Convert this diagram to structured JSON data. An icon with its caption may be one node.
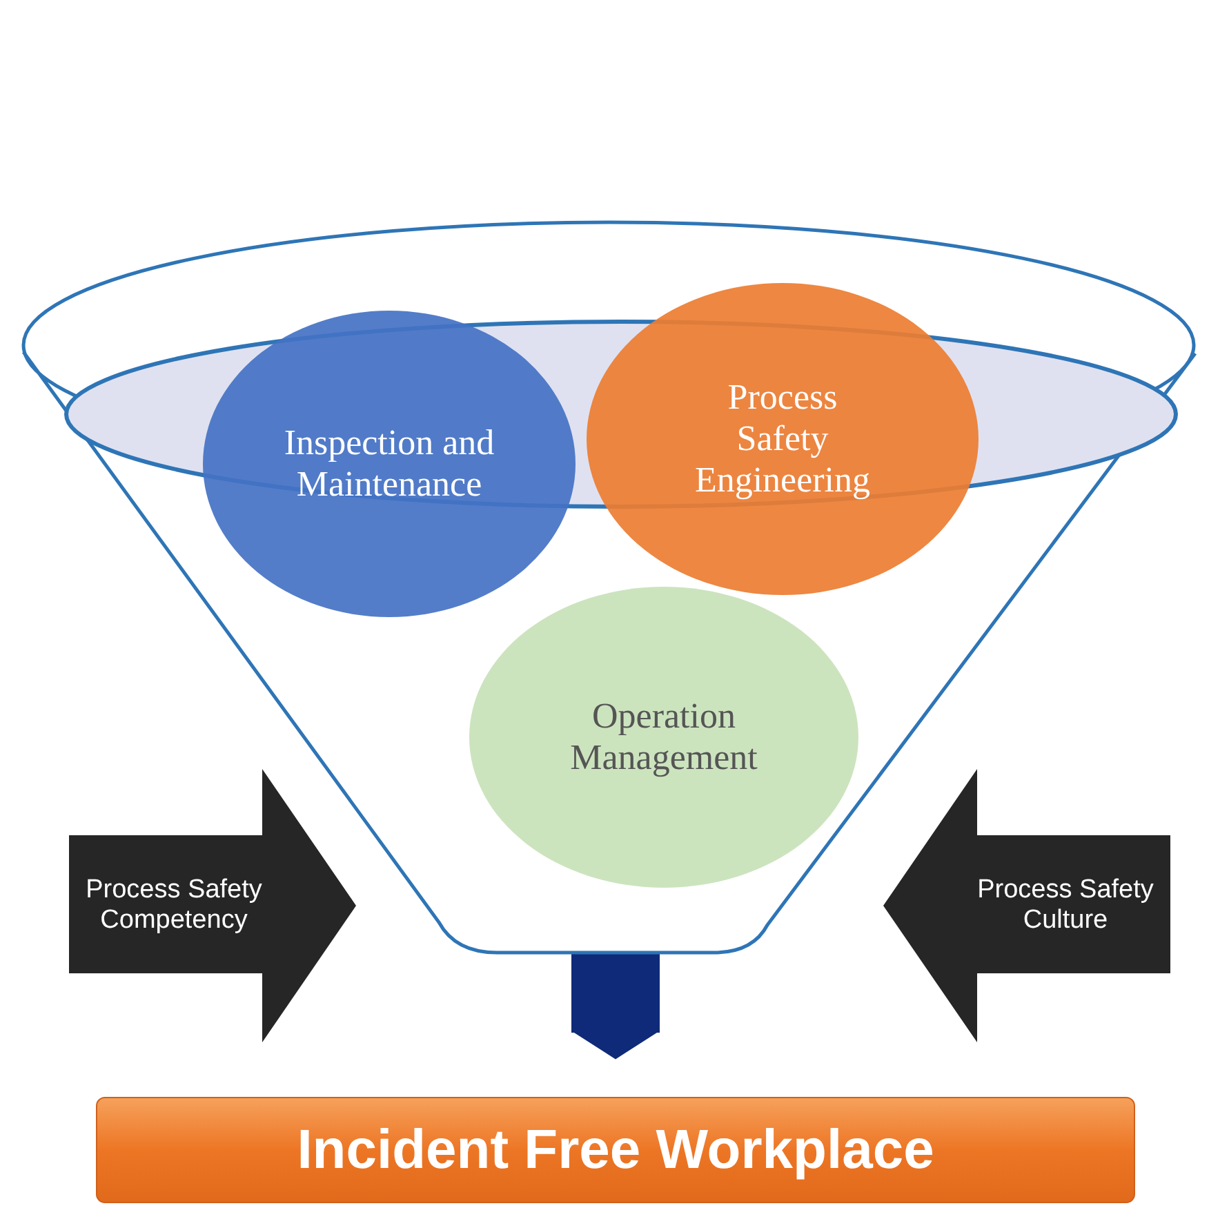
{
  "diagram": {
    "nodes": [
      {
        "text": [],
        "shape": "funnel"
      },
      {
        "text": [
          "Inspection and Maintenance"
        ],
        "in": 0
      },
      {
        "text": [
          "Process Safety Engineering"
        ],
        "in": 0
      },
      {
        "text": [
          "Operation Management"
        ],
        "in": 0
      },
      {
        "text": [
          "Process Safety Competency"
        ]
      },
      {
        "text": [
          "Process Safety Culture"
        ]
      },
      {
        "text": [
          "Incident Free Workplace"
        ]
      }
    ],
    "edges": [
      {
        "from": 0,
        "to": 6,
        "arrow": "to"
      }
    ]
  }
}
